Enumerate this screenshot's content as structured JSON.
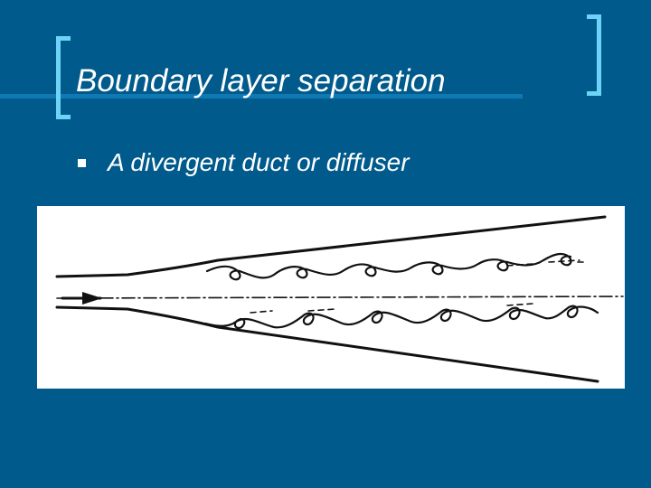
{
  "slide": {
    "title": "Boundary layer separation",
    "bullets": [
      {
        "text": "A divergent duct or diffuser"
      }
    ]
  },
  "colors": {
    "background": "#005A8C",
    "accent_line": "#0E79B3",
    "bracket": "#6DD3F7",
    "text": "#FFFFFF"
  },
  "figure": {
    "description_icon": "diffuser-flow-sketch"
  }
}
